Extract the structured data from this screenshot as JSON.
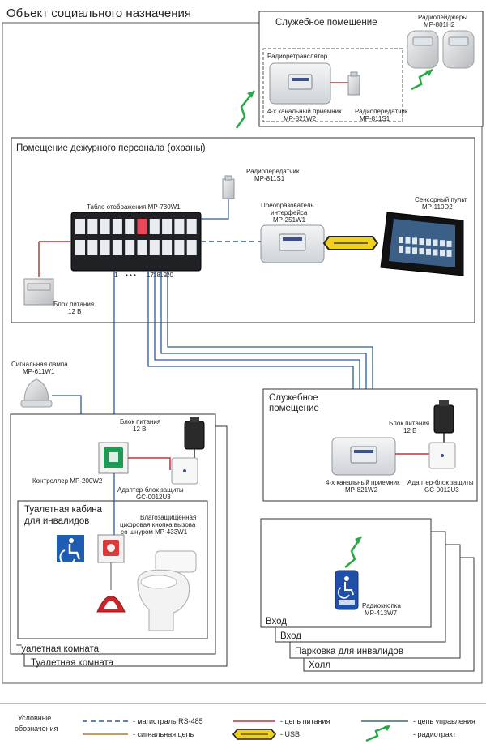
{
  "title": "Объект социального назначения",
  "service_room_top": {
    "title": "Служебное помещение",
    "repeater_box_label": "Радиоретранслятор",
    "receiver_label": [
      "4-х канальный приемник",
      "MP-821W2"
    ],
    "transmitter_label": [
      "Радиопередатчик",
      "MP-811S1"
    ],
    "pagers_label": [
      "Радиопейджеры",
      "MP-801H2"
    ]
  },
  "duty_room": {
    "title": "Помещение дежурного персонала (охраны)",
    "display_label": "Табло отображения MP-730W1",
    "transmitter_label": [
      "Радиопередатчик",
      "MP-811S1"
    ],
    "converter_label": [
      "Преобразователь",
      "интерфейса",
      "MP-251W1"
    ],
    "touch_panel_label": [
      "Сенсорный пульт",
      "MP-110D2"
    ],
    "power_label": [
      "Блок питания",
      "12 В"
    ],
    "port_labels": [
      "1",
      "• • •",
      "17",
      "18",
      "19",
      "20"
    ]
  },
  "signal_lamp_label": [
    "Сигнальная лампа",
    "MP-611W1"
  ],
  "service_room_right": {
    "title": [
      "Служебное",
      "помещение"
    ],
    "power_label": [
      "Блок питания",
      "12 В"
    ],
    "receiver_label": [
      "4-х канальный приемник",
      "MP-821W2"
    ],
    "adapter_label": [
      "Адаптер-блок защиты",
      "GC-0012U3"
    ]
  },
  "toilet_room": {
    "title": "Туалетная комната",
    "back_title": "Туалетная комната",
    "power_label": [
      "Блок питания",
      "12 В"
    ],
    "controller_label": "Контроллер MP-200W2",
    "adapter_label": [
      "Адаптер-блок защиты",
      "GC-0012U3"
    ],
    "cabin_title": [
      "Туалетная кабина",
      "для инвалидов"
    ],
    "call_button_label": [
      "Влагозащищенная",
      "цифровая кнопка вызова",
      "со шнуром MP-433W1"
    ]
  },
  "entrance": {
    "stack_labels": [
      "Вход",
      "Вход",
      "Парковка для инвалидов",
      "Холл"
    ],
    "radio_button_label": [
      "Радиокнопка",
      "MP-413W7"
    ]
  },
  "legend": {
    "title": [
      "Условные",
      "обозначения"
    ],
    "items": [
      "- магистраль RS-485",
      "- сигнальная цепь",
      "- цепь питания",
      "- USB",
      "- цепь управления",
      "- радиотракт"
    ]
  },
  "colors": {
    "rs485": "#2e5a9a",
    "signal": "#b07a3a",
    "power": "#c8323a",
    "control": "#3b6b78",
    "radio": "#2aa845",
    "usb_fill": "#f1d21a"
  }
}
